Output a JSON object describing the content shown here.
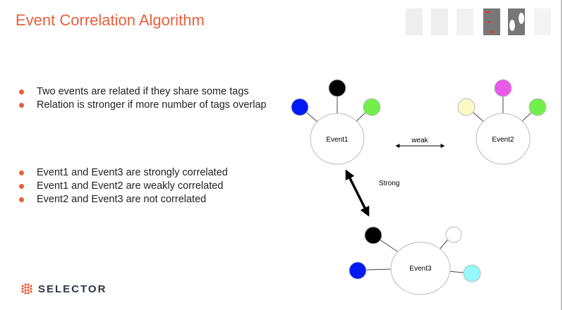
{
  "title": "Event Correlation Algorithm",
  "bullets_top": [
    "Two events are related if they share some tags",
    "Relation is stronger if more number of tags overlap"
  ],
  "bullets_bottom": [
    "Event1 and Event3 are strongly correlated",
    "Event1 and Event2 are weakly correlated",
    "Event2 and Event3 are not correlated"
  ],
  "diagram": {
    "event1": "Event1",
    "event2": "Event2",
    "event3": "Event3",
    "weak_label": "weak",
    "strong_label": "Strong",
    "tag_colors": {
      "blue": "#0019f5",
      "black": "#000000",
      "green": "#72f04a",
      "yellow": "#fbf9c6",
      "magenta": "#e95ae9",
      "white": "#ffffff",
      "cyan": "#93f9fb"
    }
  },
  "logo": {
    "text": "SELECTOR"
  },
  "accent_color": "#e8603c"
}
